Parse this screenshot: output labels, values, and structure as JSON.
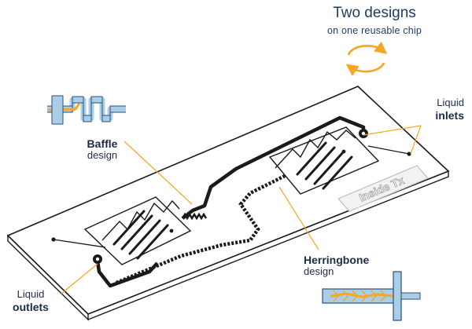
{
  "header": {
    "title": "Two designs",
    "subtitle": "on one reusable chip"
  },
  "labels": {
    "inlets": {
      "line1": "Liquid",
      "line2": "inlets"
    },
    "baffle": {
      "line1": "Baffle",
      "line2": "design"
    },
    "herringbone": {
      "line1": "Herringbone",
      "line2": "design"
    },
    "outlets": {
      "line1": "Liquid",
      "line2": "outlets"
    }
  },
  "chip": {
    "brand": "Inside Tx"
  },
  "icons": {
    "swap": "circular-arrows-icon",
    "baffle_thumb": "baffle-channel-thumbnail",
    "herringbone_thumb": "herringbone-channel-thumbnail"
  },
  "colors": {
    "accent": "#f5a623",
    "channel_blue": "#a9cfe8",
    "outline": "#1a1a1a",
    "text_dark": "#1f2a44",
    "title": "#1f3a5f"
  }
}
